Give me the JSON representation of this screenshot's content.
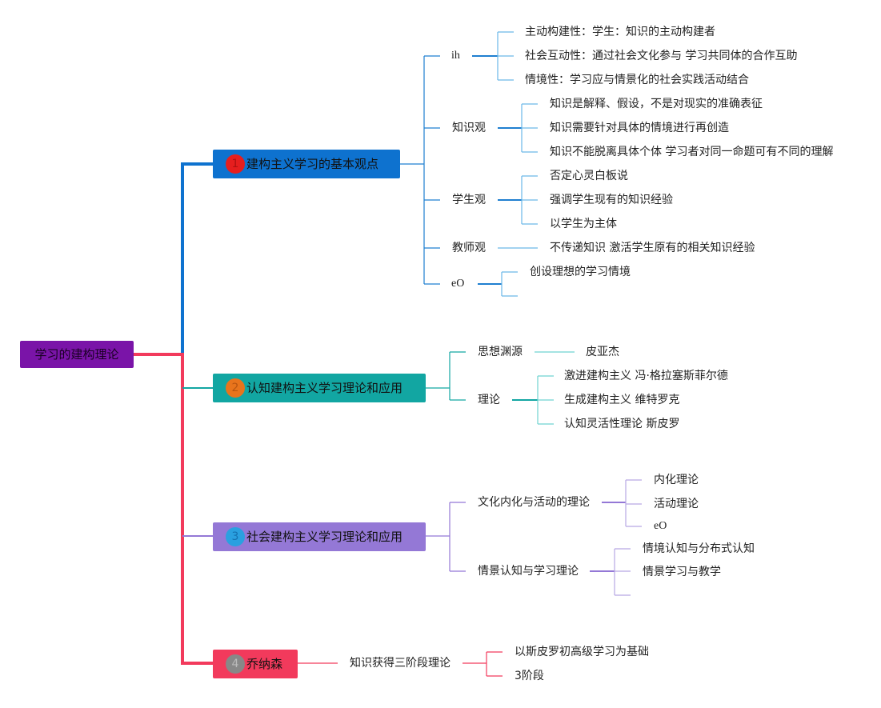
{
  "root": {
    "label": "学习的建构理论"
  },
  "branches": [
    {
      "num": "1",
      "label": "建构主义学习的基本观点",
      "color": "#0e72cf",
      "children": [
        {
          "label": "ih",
          "children": [
            "主动构建性：学生：知识的主动构建者",
            "社会互动性：通过社会文化参与 学习共同体的合作互助",
            "情境性：学习应与情景化的社会实践活动结合"
          ]
        },
        {
          "label": "知识观",
          "children": [
            "知识是解释、假设，不是对现实的准确表征",
            "知识需要针对具体的情境进行再创造",
            "知识不能脱离具体个体 学习者对同一命题可有不同的理解"
          ]
        },
        {
          "label": "学生观",
          "children": [
            "否定心灵白板说",
            "强调学生现有的知识经验",
            "以学生为主体"
          ]
        },
        {
          "label": "教师观",
          "children": [
            "不传递知识 激活学生原有的相关知识经验"
          ]
        },
        {
          "label": "eO",
          "children": [
            "创设理想的学习情境"
          ]
        }
      ]
    },
    {
      "num": "2",
      "label": "认知建构主义学习理论和应用",
      "color": "#12a6a2",
      "children": [
        {
          "label": "思想渊源",
          "children": [
            "皮亚杰"
          ]
        },
        {
          "label": "理论",
          "children": [
            "激进建构主义 冯·格拉塞斯菲尔德",
            "生成建构主义 维特罗克",
            "认知灵活性理论 斯皮罗"
          ]
        }
      ]
    },
    {
      "num": "3",
      "label": "社会建构主义学习理论和应用",
      "color": "#9478d6",
      "children": [
        {
          "label": "文化内化与活动的理论",
          "children": [
            "内化理论",
            "活动理论",
            "eO"
          ]
        },
        {
          "label": "情景认知与学习理论",
          "children": [
            "情境认知与分布式认知",
            "情景学习与教学"
          ]
        }
      ]
    },
    {
      "num": "4",
      "label": "乔纳森",
      "color": "#f23a5c",
      "children": [
        {
          "label": "知识获得三阶段理论",
          "children": [
            "以斯皮罗初高级学习为基础",
            "3阶段"
          ]
        }
      ]
    }
  ]
}
